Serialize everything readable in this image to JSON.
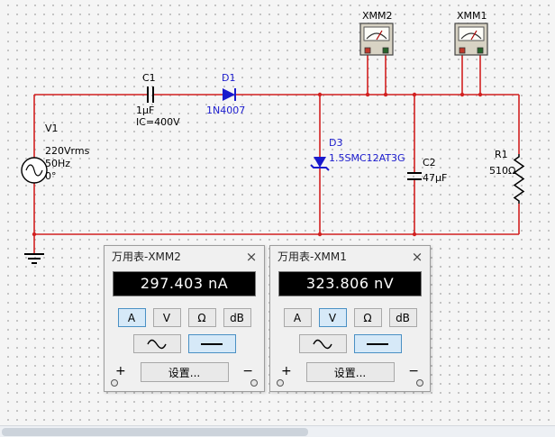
{
  "colors": {
    "wire_red": "#d22020",
    "diode_blue": "#1a1acd",
    "component_black": "#000000",
    "canvas_bg": "#f5f5f5",
    "grid_dot": "#bfbfbf",
    "dialog_bg": "#f0f0f0",
    "display_bg": "#000000",
    "display_text": "#ffffff",
    "selected_button_bg": "#d6e9f8",
    "selected_button_border": "#4a90c4"
  },
  "icons": {
    "sine": "sine-wave-icon",
    "dc": "dc-line-icon",
    "close": "close-icon"
  },
  "schematic": {
    "instruments": [
      {
        "label": "XMM2"
      },
      {
        "label": "XMM1"
      }
    ],
    "components": {
      "v1_ref": "V1",
      "v1_value": "220Vrms",
      "v1_freq": "50Hz",
      "v1_phase": "0°",
      "c1_ref": "C1",
      "c1_value": "1µF",
      "c1_ic": "IC=400V",
      "d1_ref": "D1",
      "d1_part": "1N4007",
      "d3_ref": "D3",
      "d3_part": "1.5SMC12AT3G",
      "c2_ref": "C2",
      "c2_value": "47µF",
      "r1_ref": "R1",
      "r1_value": "510Ω"
    }
  },
  "meters": [
    {
      "title": "万用表-XMM2",
      "close": "×",
      "reading": "297.403 nA",
      "mode_a": "A",
      "mode_v": "V",
      "mode_ohm": "Ω",
      "mode_db": "dB",
      "selected_mode": "A",
      "selected_waveform": "DC",
      "settings": "设置...",
      "plus": "+",
      "minus": "−"
    },
    {
      "title": "万用表-XMM1",
      "close": "×",
      "reading": "323.806 nV",
      "mode_a": "A",
      "mode_v": "V",
      "mode_ohm": "Ω",
      "mode_db": "dB",
      "selected_mode": "V",
      "selected_waveform": "DC",
      "settings": "设置...",
      "plus": "+",
      "minus": "−"
    }
  ]
}
